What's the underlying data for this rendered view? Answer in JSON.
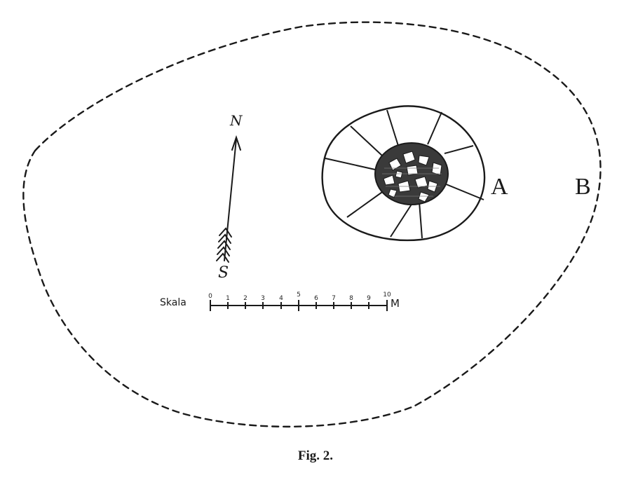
{
  "figure": {
    "caption": "Fig. 2.",
    "description": "Plan of a stone-cored mound (A) within a dashed outer boundary (B), with north arrow and scale bar",
    "stroke_color": "#1a1a1a",
    "background": "#ffffff"
  },
  "labels": {
    "inner_mound": "A",
    "outer_boundary": "B"
  },
  "north_arrow": {
    "north_label": "N",
    "south_label": "S"
  },
  "scale_bar": {
    "title": "Skala",
    "unit": "M",
    "ticks": [
      "0",
      "1",
      "2",
      "3",
      "4",
      "5",
      "6",
      "7",
      "8",
      "9",
      "10"
    ],
    "labeled_ticks": [
      "0",
      "5",
      "10"
    ]
  }
}
